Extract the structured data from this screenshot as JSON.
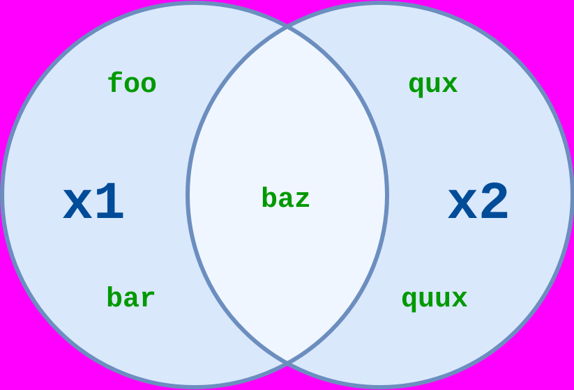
{
  "colors": {
    "background": "#ff00ff",
    "circle_fill": "#dae8fc",
    "intersection_fill": "#f0f6ff",
    "stroke": "#6c8ebf",
    "item_text": "#009900",
    "set_text": "#004c99"
  },
  "sets": [
    {
      "name": "x1",
      "only": [
        "foo",
        "bar"
      ]
    },
    {
      "name": "x2",
      "only": [
        "qux",
        "quux"
      ]
    }
  ],
  "intersection": [
    "baz"
  ],
  "labels": {
    "x1": "x1",
    "x2": "x2",
    "foo": "foo",
    "bar": "bar",
    "baz": "baz",
    "qux": "qux",
    "quux": "quux"
  }
}
